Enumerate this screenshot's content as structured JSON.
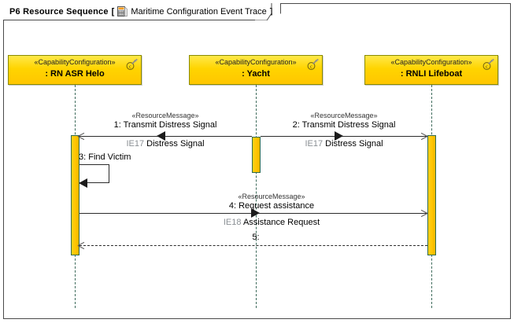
{
  "frame": {
    "title": "P6 Resource Sequence",
    "bracket_open": "[",
    "bracket_close": "]",
    "subtitle": "Maritime Configuration Event Trace",
    "icon": "event-trace-icon"
  },
  "colors": {
    "lifeline_fill_top": "#ffe94a",
    "lifeline_fill_bottom": "#ffc600",
    "lifeline_border": "#8a8a00",
    "activation_fill": "#ffc300",
    "activation_border": "#2f6b4f",
    "lifeline_dash": "#3e6b5c",
    "message_line": "#2b2b2b",
    "ie_tag_text": "#8a8f94",
    "frame_border": "#4a4a4a"
  },
  "lifelines": [
    {
      "id": "rn-asr-helo",
      "stereotype": "«CapabilityConfiguration»",
      "name": ": RN ASR Helo",
      "icon": "capability-configuration-icon"
    },
    {
      "id": "yacht",
      "stereotype": "«CapabilityConfiguration»",
      "name": ": Yacht",
      "icon": "capability-configuration-icon"
    },
    {
      "id": "rnli-lifeboat",
      "stereotype": "«CapabilityConfiguration»",
      "name": ": RNLI Lifeboat",
      "icon": "capability-configuration-icon"
    }
  ],
  "messages": [
    {
      "seq": "1",
      "stereotype": "«ResourceMessage»",
      "label": "1: Transmit Distress Signal",
      "payload_tag": "IE17",
      "payload_name": "Distress Signal",
      "from": "yacht",
      "to": "rn-asr-helo",
      "direction": "left",
      "style": "solid"
    },
    {
      "seq": "2",
      "stereotype": "«ResourceMessage»",
      "label": "2: Transmit Distress Signal",
      "payload_tag": "IE17",
      "payload_name": "Distress Signal",
      "from": "yacht",
      "to": "rnli-lifeboat",
      "direction": "right",
      "style": "solid"
    },
    {
      "seq": "3",
      "stereotype": "",
      "label": "3: Find Victim",
      "payload_tag": "",
      "payload_name": "",
      "from": "rn-asr-helo",
      "to": "rn-asr-helo",
      "direction": "self",
      "style": "solid"
    },
    {
      "seq": "4",
      "stereotype": "«ResourceMessage»",
      "label": "4: Request assistance",
      "payload_tag": "IE18",
      "payload_name": "Assistance Request",
      "from": "rn-asr-helo",
      "to": "rnli-lifeboat",
      "direction": "right",
      "style": "solid"
    },
    {
      "seq": "5",
      "stereotype": "",
      "label": "5:",
      "payload_tag": "",
      "payload_name": "",
      "from": "rnli-lifeboat",
      "to": "rn-asr-helo",
      "direction": "left",
      "style": "dashed"
    }
  ]
}
